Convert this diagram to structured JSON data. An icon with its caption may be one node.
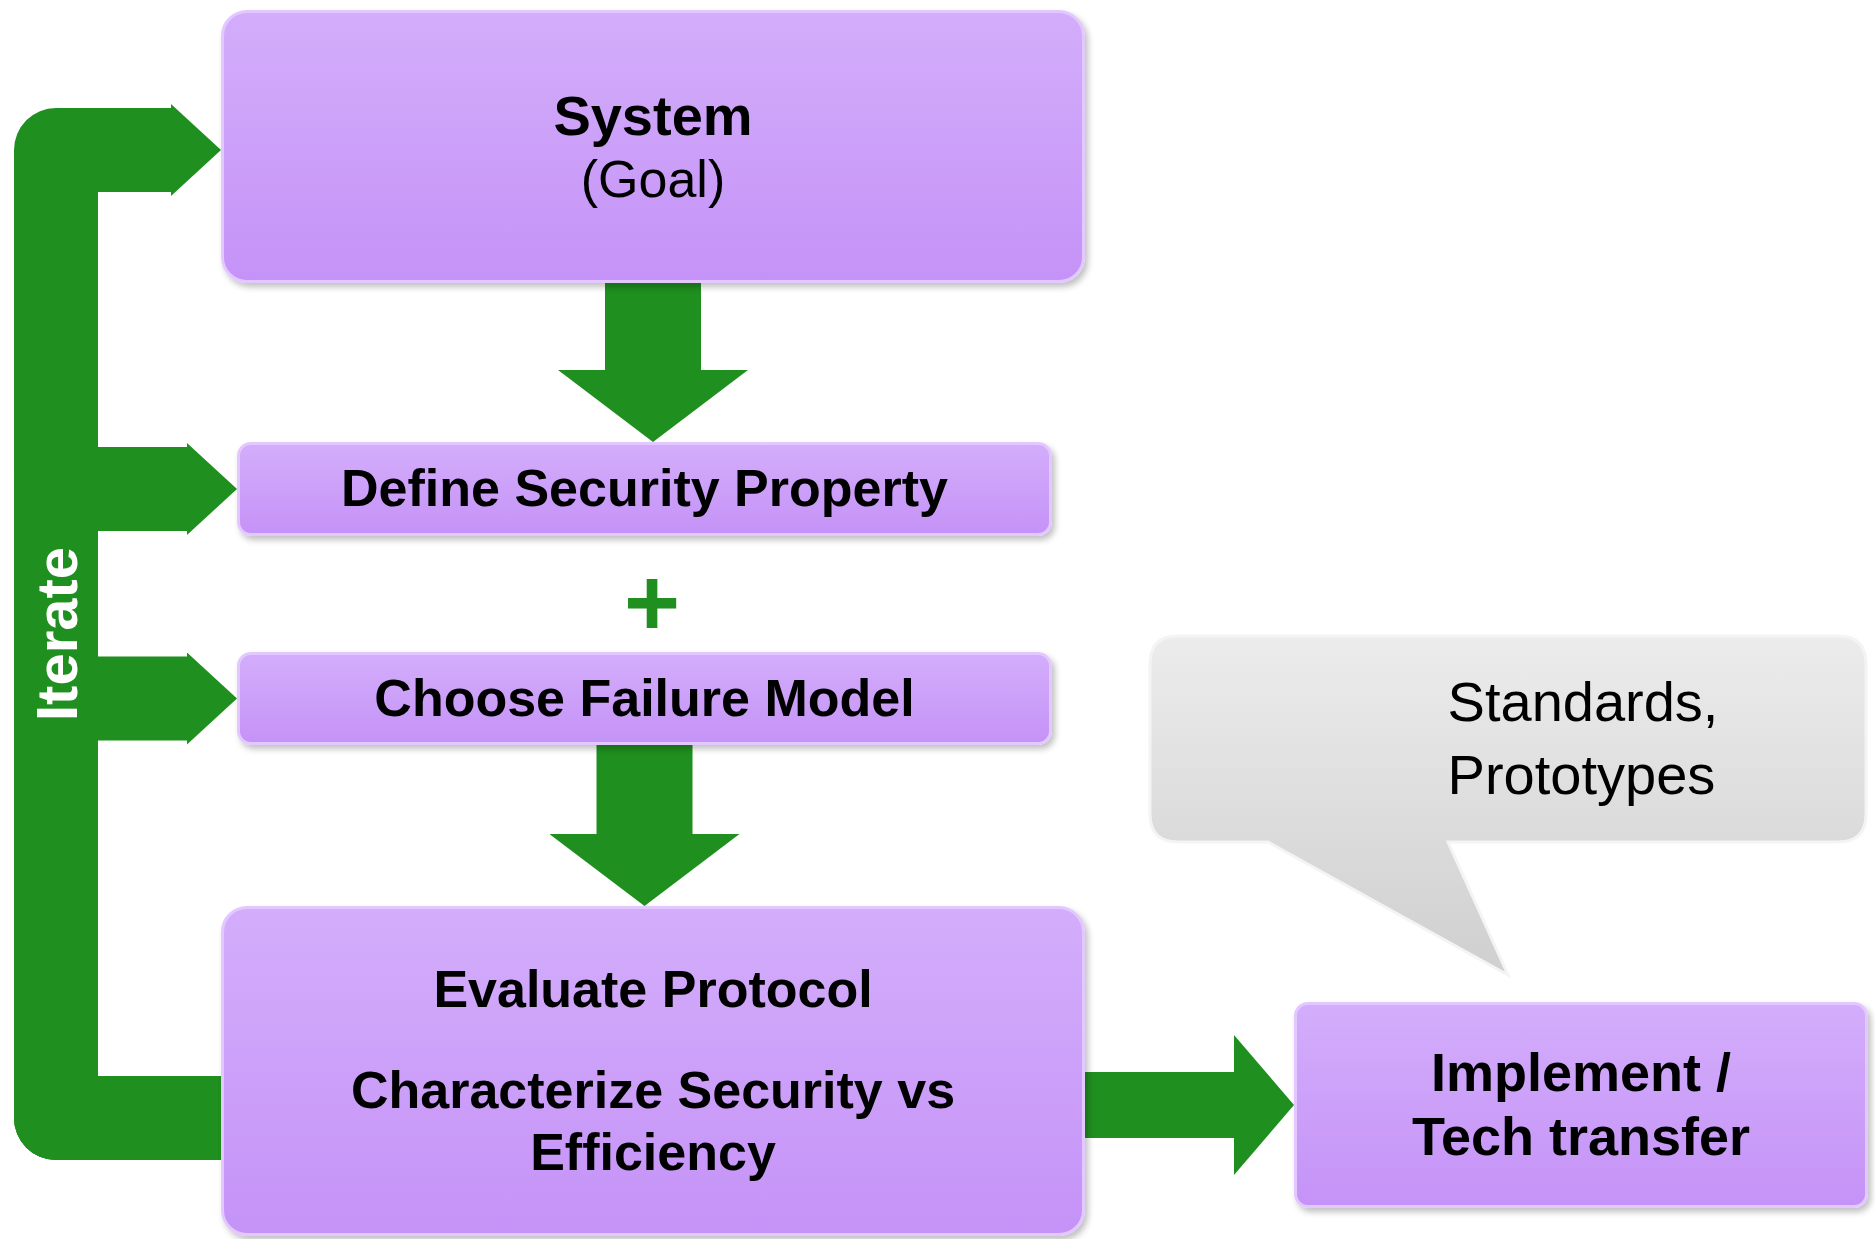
{
  "diagram": {
    "nodes": [
      {
        "text": [
          "System",
          "(Goal)"
        ]
      },
      {
        "text": [
          "Define Security Property"
        ]
      },
      {
        "text": [
          "Choose Failure Model"
        ]
      },
      {
        "text": [
          "Evaluate Protocol",
          "Characterize Security vs Efficiency"
        ]
      },
      {
        "text": [
          "Implement / Tech transfer"
        ]
      },
      {
        "text": [
          "Standards, Prototypes"
        ]
      }
    ],
    "edges": [
      {
        "from": 0,
        "to": 1,
        "arrow": "to"
      },
      {
        "from": 2,
        "to": 3,
        "arrow": "to"
      },
      {
        "from": 3,
        "to": 4,
        "arrow": "to"
      },
      {
        "from": 3,
        "to": 0,
        "arrow": "to",
        "label": "Iterate"
      },
      {
        "from": 3,
        "to": 1,
        "arrow": "to"
      },
      {
        "from": 3,
        "to": 2,
        "arrow": "to"
      }
    ],
    "labels": [
      "+"
    ]
  }
}
